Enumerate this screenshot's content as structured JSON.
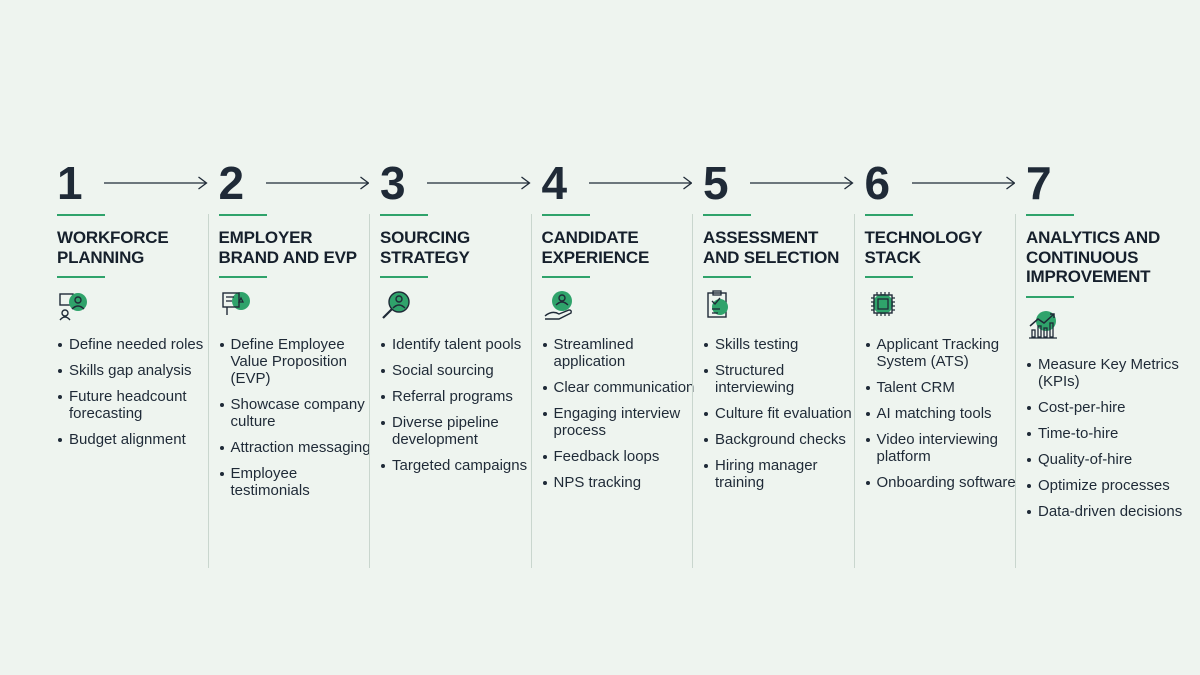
{
  "accent_color": "#2fa36b",
  "steps": [
    {
      "number": "1",
      "title": [
        "WORKFORCE",
        "PLANNING"
      ],
      "icon": "workforce-planning-icon",
      "items": [
        "Define needed roles",
        "Skills gap analysis",
        "Future headcount forecasting",
        "Budget alignment"
      ]
    },
    {
      "number": "2",
      "title": [
        "EMPLOYER",
        "BRAND AND EVP"
      ],
      "icon": "employer-brand-icon",
      "items": [
        "Define Employee Value Proposition (EVP)",
        "Showcase company culture",
        "Attraction messaging",
        "Employee testimonials"
      ]
    },
    {
      "number": "3",
      "title": [
        "SOURCING",
        "STRATEGY"
      ],
      "icon": "magnifier-person-icon",
      "items": [
        "Identify talent pools",
        "Social sourcing",
        "Referral programs",
        "Diverse pipeline development",
        "Targeted campaigns"
      ]
    },
    {
      "number": "4",
      "title": [
        "CANDIDATE",
        "EXPERIENCE"
      ],
      "icon": "hand-person-icon",
      "items": [
        "Streamlined application",
        "Clear communication",
        "Engaging interview process",
        "Feedback loops",
        "NPS tracking"
      ]
    },
    {
      "number": "5",
      "title": [
        "ASSESSMENT",
        "AND SELECTION"
      ],
      "icon": "clipboard-check-icon",
      "items": [
        "Skills testing",
        "Structured interviewing",
        "Culture fit evaluation",
        "Background checks",
        "Hiring manager training"
      ]
    },
    {
      "number": "6",
      "title": [
        "TECHNOLOGY",
        "STACK"
      ],
      "icon": "chip-icon",
      "items": [
        "Applicant Tracking System (ATS)",
        "Talent CRM",
        "AI matching tools",
        "Video interviewing platform",
        "Onboarding software"
      ]
    },
    {
      "number": "7",
      "title": [
        "ANALYTICS AND",
        "CONTINUOUS",
        "IMPROVEMENT"
      ],
      "icon": "analytics-chart-icon",
      "items": [
        "Measure Key Metrics (KPIs)",
        "Cost-per-hire",
        "Time-to-hire",
        "Quality-of-hire",
        "Optimize processes",
        "Data-driven decisions"
      ]
    }
  ]
}
